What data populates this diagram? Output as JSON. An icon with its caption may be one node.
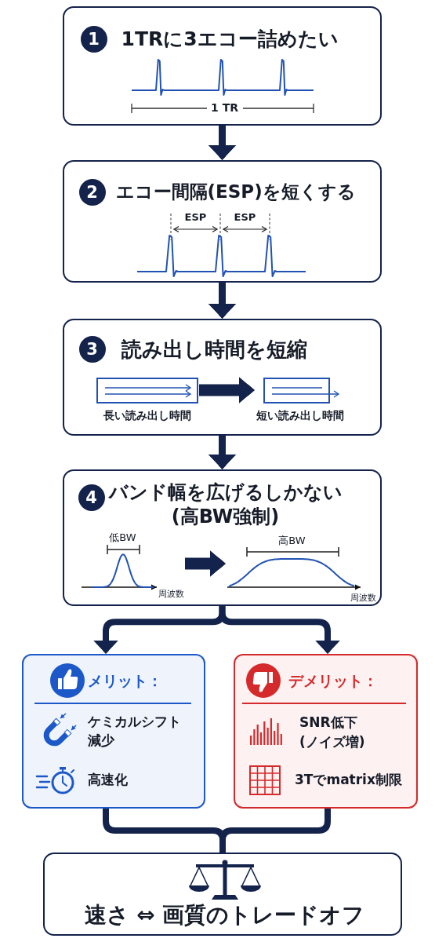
{
  "diagram": {
    "nodes": [
      {
        "text": [
          "1",
          "1TRに3エコー詰めたい",
          "1 TR"
        ]
      },
      {
        "text": [
          "2",
          "エコー間隔(ESP)を短くする",
          "ESP",
          "ESP"
        ]
      },
      {
        "text": [
          "3",
          "読み出し時間を短縮"
        ]
      },
      {
        "text": [],
        "shape": "box",
        "beside": [
          "長い読み出し時間"
        ],
        "in": 2
      },
      {
        "text": [],
        "shape": "box",
        "beside": [
          "短い読み出し時間"
        ],
        "in": 2
      },
      {
        "text": [
          "4",
          "バンド幅を広げるしかない(高BW強制)"
        ]
      },
      {
        "text": [
          "低BW",
          "周波数"
        ],
        "in": 5
      },
      {
        "text": [
          "高BW",
          "周波数"
        ],
        "in": 5
      },
      {
        "text": [
          "メリット：",
          "ケミカルシフト減少",
          "高速化"
        ]
      },
      {
        "text": [
          "デメリット：",
          "SNR低下(ノイズ増)",
          "3Tでmatrix制限"
        ]
      },
      {
        "text": [
          "速さ ⇔ 画質のトレードオフ"
        ]
      }
    ],
    "edges": [
      {
        "from": 0,
        "to": 1,
        "arrow": "to"
      },
      {
        "from": 1,
        "to": 2,
        "arrow": "to"
      },
      {
        "from": 2,
        "to": 5,
        "arrow": "to"
      },
      {
        "from": 3,
        "to": 4,
        "arrow": "to"
      },
      {
        "from": 6,
        "to": 7,
        "arrow": "to"
      },
      {
        "from": 5,
        "to": 8,
        "arrow": "to"
      },
      {
        "from": 5,
        "to": 9,
        "arrow": "to"
      },
      {
        "from": 8,
        "to": 10,
        "arrow": "none"
      },
      {
        "from": 9,
        "to": 10,
        "arrow": "none"
      }
    ]
  }
}
